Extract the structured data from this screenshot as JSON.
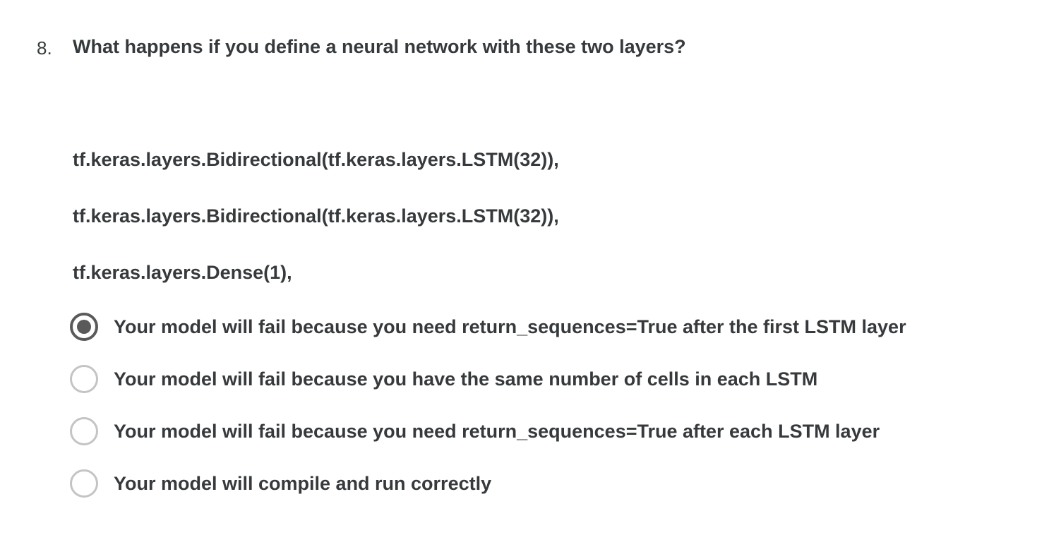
{
  "question": {
    "number": "8.",
    "text": "What happens if you define a neural network with these two layers?"
  },
  "code_lines": [
    "tf.keras.layers.Bidirectional(tf.keras.layers.LSTM(32)),",
    "tf.keras.layers.Bidirectional(tf.keras.layers.LSTM(32)),",
    "tf.keras.layers.Dense(1),"
  ],
  "options": [
    {
      "label": "Your model will fail because you need return_sequences=True after the first LSTM layer",
      "selected": true
    },
    {
      "label": "Your model will fail because you have the same number of cells in each LSTM",
      "selected": false
    },
    {
      "label": "Your model will fail because you need return_sequences=True after each LSTM layer",
      "selected": false
    },
    {
      "label": "Your model will compile and run correctly",
      "selected": false
    }
  ],
  "colors": {
    "text": "#373a3c",
    "radio_selected": "#5a5a5a",
    "radio_unselected_border": "#c4c4c4"
  },
  "icons": {
    "selected_radio": "radio-selected-icon",
    "unselected_radio": "radio-unselected-icon"
  }
}
